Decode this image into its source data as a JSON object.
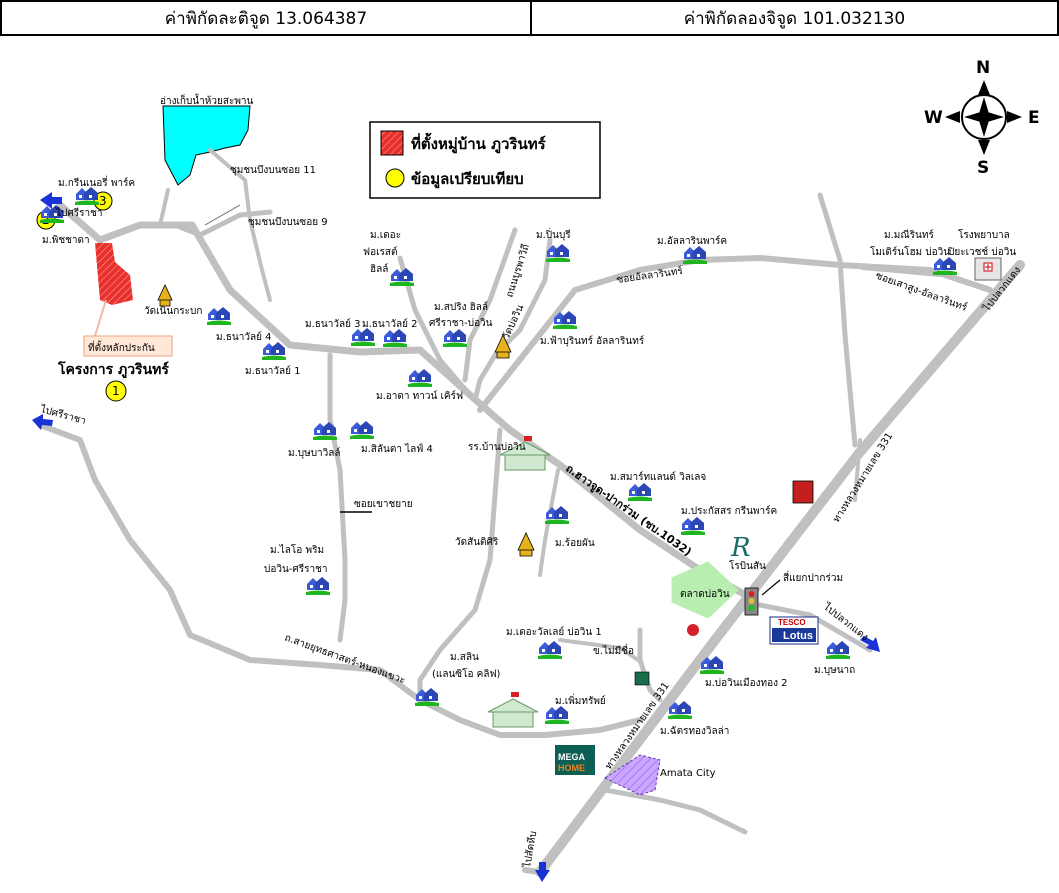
{
  "header": {
    "latitude": "ค่าพิกัดละติจูด 13.064387",
    "longitude": "ค่าพิกัดลองจิจูด 101.032130"
  },
  "compass": {
    "n": "N",
    "s": "S",
    "e": "E",
    "w": "W"
  },
  "legend": {
    "project_site": "ที่ตั้งหมู่บ้าน ภูวรินทร์",
    "comparables": "ข้อมูลเปรียบเทียบ",
    "project_color": "#e8302c",
    "comparable_color": "#ffff00"
  },
  "markers": {
    "m1": "1",
    "m2": "2",
    "m3": "3"
  },
  "labels": {
    "reservoir": "อ่างเก็บน้ำห้วยสะพาน",
    "soi11": "ชุมชนบึงบนซอย 11",
    "soi9": "ชุมชนบึงบนซอย 9",
    "green_nursery": "ม.กรีนเนอรี่ พาร์ค",
    "sriracha_nw": "ไปศรีราชา",
    "phitchada": "ม.พิชชาดา",
    "wat_noen": "วัดเนินกระบก",
    "site_box": "ที่ตั้งหลักประกัน",
    "project_name": "โครงการ ภูวรินทร์",
    "thanawat4": "ม.ธนาวัลย์ 4",
    "thanawat1": "ม.ธนาวัลย์ 1",
    "thanawat3": "ม.ธนาวัลย์ 3",
    "thanawat2": "ม.ธนาวัลย์ 2",
    "forest_hill_1": "ม.เดอะ",
    "forest_hill_2": "ฟอเรสต์",
    "forest_hill_3": "ฮิลล์",
    "boulevard_road": "ถนนบูรพาวิถี",
    "pinburi": "ม.ปิ่นบุรี",
    "allarin_park": "ม.อัลลารินพาร์ค",
    "soi_allarin": "ซอยอัลลารินทร์",
    "manirin_1": "ม.มณีรินทร์",
    "manirin_2": "โมเดิร์นโฮม บ่อวิน",
    "hospital_1": "โรงพยาบาล",
    "hospital_2": "ปิยะเวชช์ บ่อวิน",
    "soi_saensuk": "ซอยเสาสูง-อัลลารินทร์",
    "to_pluak": "ไปปลวกแดง",
    "springhill_1": "ม.สปริง ฮิลล์",
    "springhill_2": "ศรีราชา-บ่อวิน",
    "wat_bowin": "วัดบ่อวิน",
    "farin": "ม.ฟ้าบุรินทร์ อัลลารินทร์",
    "arada": "ม.อาดา ทาวน์ เคิร์ฟ",
    "sriracha_w": "ไปศรีราชา",
    "puchaville": "ม.บุษบาวิลล์",
    "silanta": "ม.สิลันตา ไลฟ์ 4",
    "school": "รร.บ้านบ่อวิน",
    "smartland": "ม.สมาร์ทแลนด์ วิลเลจ",
    "prakasit": "ม.ประกัสสร กรีนพาร์ค",
    "road_1032": "ถ.ฮาวจูด-ปากร่วม (ชบ.1032)",
    "soi_saochai": "ซอยเขาชยาย",
    "laoloe_1": "ม.ไลโอ พริม",
    "laoloe_2": "บ่อวิน-ศรีราชา",
    "wat_santi": "วัดสันติศิริ",
    "roiphan": "ม.ร้อยผัน",
    "robinson": "โรบินสัน",
    "junction": "สี่แยกปากร่วม",
    "market": "ตลาดบ่อวิน",
    "tesco_1": "TESCO",
    "tesco_2": "Lotus",
    "to_pluakdaeng": "ไปปลวกแดง",
    "busana": "ม.บุษนาถ",
    "hwy331_e": "ทางหลวงหมายเลข 331",
    "hwy331_s": "ทางหลวงหมายเลข 331",
    "salin_1": "ม.สลิน",
    "salin_2": "(แลนซิโอ คลิฟ)",
    "roadside": "ถ.สายยุทธศาสตร์-หนองแขวะ",
    "theharvest": "ม.เดอะวัลเลย์ บ่อวิน 1",
    "nomsri": "ข.ไม่มีชื่อ",
    "bowin_muangthong": "ม.บ่อวินเมืองทอง 2",
    "permsap": "ม.เพิ่มทรัพย์",
    "chatthong": "ม.ฉัตรทองวิลล่า",
    "megahome_1": "MEGA",
    "megahome_2": "HOME",
    "amata": "Amata  City",
    "to_sattahip": "ไปสัตหีบ"
  }
}
